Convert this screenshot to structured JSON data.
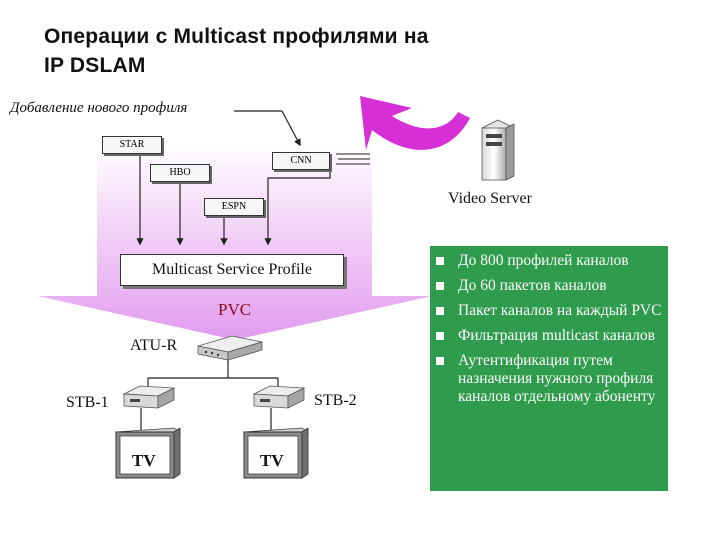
{
  "title": {
    "line1": "Операции с Multicast профилями на",
    "line2": "IP DSLAM"
  },
  "add_profile_label": "Добавление нового профиля",
  "channels": {
    "star": "STAR",
    "hbo": "HBO",
    "cnn": "CNN",
    "espn": "ESPN"
  },
  "multicast_profile": "Multicast Service Profile",
  "pvc": "PVC",
  "atu_r": "ATU-R",
  "stb1": "STB-1",
  "stb2": "STB-2",
  "tv1": "TV",
  "tv2": "TV",
  "video_server": "Video Server",
  "features": [
    "До 800 профилей каналов",
    "До 60 пакетов каналов",
    "Пакет каналов на каждый PVC",
    "Фильтрация multicast каналов",
    "Аутентификация путем назначения нужного профиля каналов отдельному абоненту"
  ],
  "colors": {
    "pvc_text": "#8a0a25",
    "features_panel": "#2f9b4d",
    "funnel_pink": "#e9a6f2",
    "curved_arrow": "#d62fd6"
  }
}
